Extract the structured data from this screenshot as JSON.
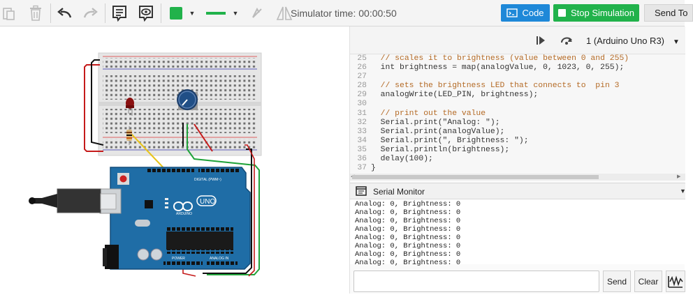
{
  "toolbar": {
    "simulator_time": "Simulator time: 00:00:50",
    "code_label": "Code",
    "stop_label": "Stop Simulation",
    "send_to_label": "Send To",
    "accent": "#1e88d8",
    "stop_color": "#21b24b"
  },
  "code_panel": {
    "board": "1 (Arduino Uno R3)",
    "lines": [
      {
        "num": "25",
        "text": "  // scales it to brightness (value between 0 and 255)",
        "comment": true
      },
      {
        "num": "26",
        "text": "  int brightness = map(analogValue, 0, 1023, 0, 255);",
        "comment": false
      },
      {
        "num": "27",
        "text": "",
        "comment": false
      },
      {
        "num": "28",
        "text": "  // sets the brightness LED that connects to  pin 3",
        "comment": true
      },
      {
        "num": "29",
        "text": "  analogWrite(LED_PIN, brightness);",
        "comment": false
      },
      {
        "num": "30",
        "text": "",
        "comment": false
      },
      {
        "num": "31",
        "text": "  // print out the value",
        "comment": true
      },
      {
        "num": "32",
        "text": "  Serial.print(\"Analog: \");",
        "comment": false
      },
      {
        "num": "33",
        "text": "  Serial.print(analogValue);",
        "comment": false
      },
      {
        "num": "34",
        "text": "  Serial.print(\", Brightness: \");",
        "comment": false
      },
      {
        "num": "35",
        "text": "  Serial.println(brightness);",
        "comment": false
      },
      {
        "num": "36",
        "text": "  delay(100);",
        "comment": false
      },
      {
        "num": "37",
        "text": "}",
        "comment": false
      }
    ]
  },
  "serial_monitor": {
    "title": "Serial Monitor",
    "output": [
      "Analog: 0, Brightness: 0",
      "Analog: 0, Brightness: 0",
      "Analog: 0, Brightness: 0",
      "Analog: 0, Brightness: 0",
      "Analog: 0, Brightness: 0",
      "Analog: 0, Brightness: 0",
      "Analog: 0, Brightness: 0",
      "Analog: 0, Brightness: 0"
    ],
    "input_value": "",
    "send_label": "Send",
    "clear_label": "Clear"
  },
  "board_labels": {
    "uno": "UNO",
    "arduino": "ARDUINO",
    "digital": "DIGITAL (PWM~)",
    "power": "POWER",
    "analog_in": "ANALOG IN"
  }
}
